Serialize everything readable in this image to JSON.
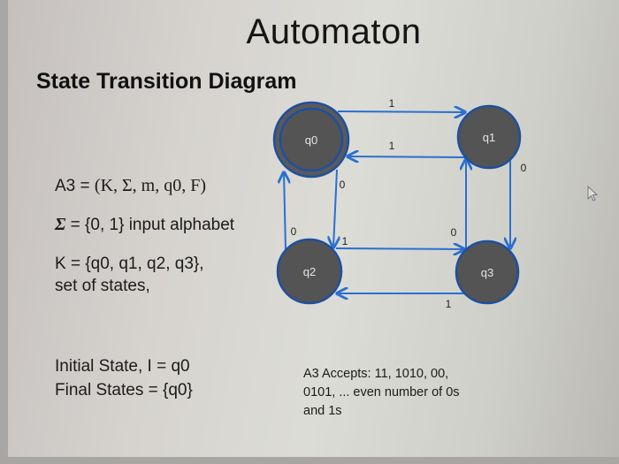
{
  "slide": {
    "title": "Automaton",
    "subtitle": "State Transition Diagram"
  },
  "definition": {
    "tuple_prefix": "A3 = ",
    "tuple_body": "(K, Σ, m, q0, F)",
    "alphabet_symbol": "Σ",
    "alphabet_rest": " = {0, 1} input alphabet",
    "states_line1": "K = {q0, q1, q2, q3},",
    "states_line2": "set of states,"
  },
  "states_info": {
    "initial": "Initial State, I = q0",
    "final": "Final States = {q0}"
  },
  "accepts": {
    "line1": "A3 Accepts: 11, 1010,  00,",
    "line2": "0101, ... even number of 0s",
    "line3": "and 1s"
  },
  "diagram": {
    "colors": {
      "node_fill": "#555555",
      "node_stroke": "#1f4f9e",
      "edge": "#2a6fd0"
    },
    "nodes": [
      {
        "id": "q0",
        "label": "q0",
        "accepting": true
      },
      {
        "id": "q1",
        "label": "q1",
        "accepting": false
      },
      {
        "id": "q2",
        "label": "q2",
        "accepting": false
      },
      {
        "id": "q3",
        "label": "q3",
        "accepting": false
      }
    ],
    "edges": [
      {
        "from": "q0",
        "to": "q1",
        "label": "1"
      },
      {
        "from": "q1",
        "to": "q0",
        "label": "1"
      },
      {
        "from": "q1",
        "to": "q3",
        "label": "0"
      },
      {
        "from": "q3",
        "to": "q1",
        "label": "0"
      },
      {
        "from": "q0",
        "to": "q2",
        "label": "0"
      },
      {
        "from": "q2",
        "to": "q0",
        "label": "0"
      },
      {
        "from": "q2",
        "to": "q3",
        "label": "1"
      },
      {
        "from": "q3",
        "to": "q2",
        "label": "1"
      }
    ]
  }
}
